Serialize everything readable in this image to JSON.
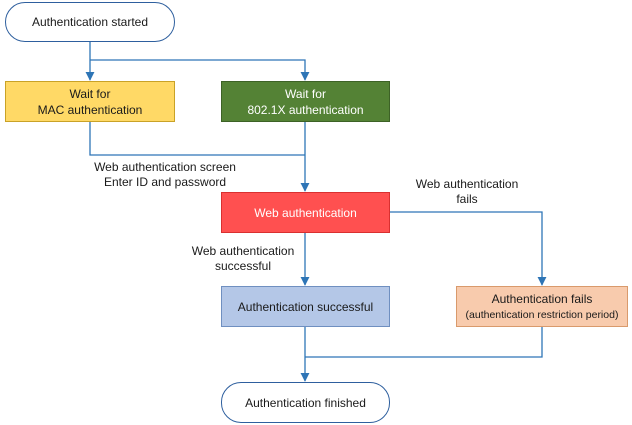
{
  "colors": {
    "line": "#2e75b6",
    "mac": "#ffd966",
    "dot1x": "#548235",
    "webauth": "#ff5050",
    "success": "#b4c7e7",
    "fail": "#f8cbad"
  },
  "nodes": {
    "start": "Authentication started",
    "mac_line1": "Wait for",
    "mac_line2": "MAC authentication",
    "dot1x_line1": "Wait for",
    "dot1x_line2": "802.1X authentication",
    "web_auth": "Web authentication",
    "success": "Authentication successful",
    "fail_line1": "Authentication fails",
    "fail_line2": "(authentication restriction period)",
    "finish": "Authentication finished"
  },
  "labels": {
    "screen_line1": "Web authentication screen",
    "screen_line2": "Enter ID and password",
    "fails_line1": "Web authentication",
    "fails_line2": "fails",
    "successful_line1": "Web authentication",
    "successful_line2": "successful"
  }
}
